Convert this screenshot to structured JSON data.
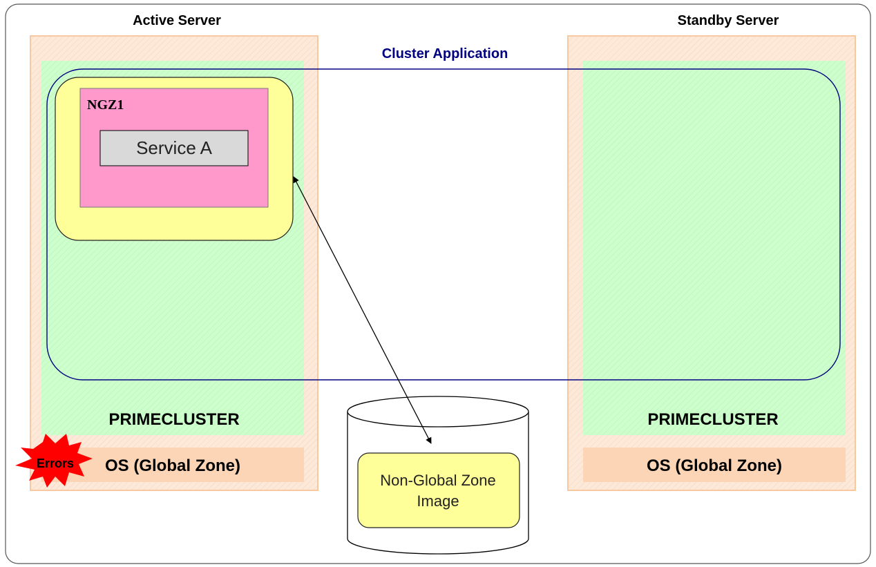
{
  "active_server": {
    "title": "Active Server",
    "primecluster_label": "PRIMECLUSTER",
    "os_label": "OS (Global Zone)",
    "errors_label": "Errors"
  },
  "standby_server": {
    "title": "Standby Server",
    "primecluster_label": "PRIMECLUSTER",
    "os_label": "OS (Global Zone)"
  },
  "cluster_application": {
    "label": "Cluster Application"
  },
  "zone": {
    "name": "NGZ1",
    "service_label": "Service A"
  },
  "storage": {
    "image_label_line1": "Non-Global Zone",
    "image_label_line2": "Image"
  },
  "colors": {
    "server_border": "#f8c9a0",
    "server_fill": "#fbe3cf",
    "cluster_fill": "#ccffcc",
    "os_fill": "#fbd5b5",
    "cluster_app_border": "#000080",
    "zone_yellow": "#ffff99",
    "zone_pink": "#ff99cc",
    "service_gray": "#d9d9d9",
    "error_red": "#ff0000"
  }
}
